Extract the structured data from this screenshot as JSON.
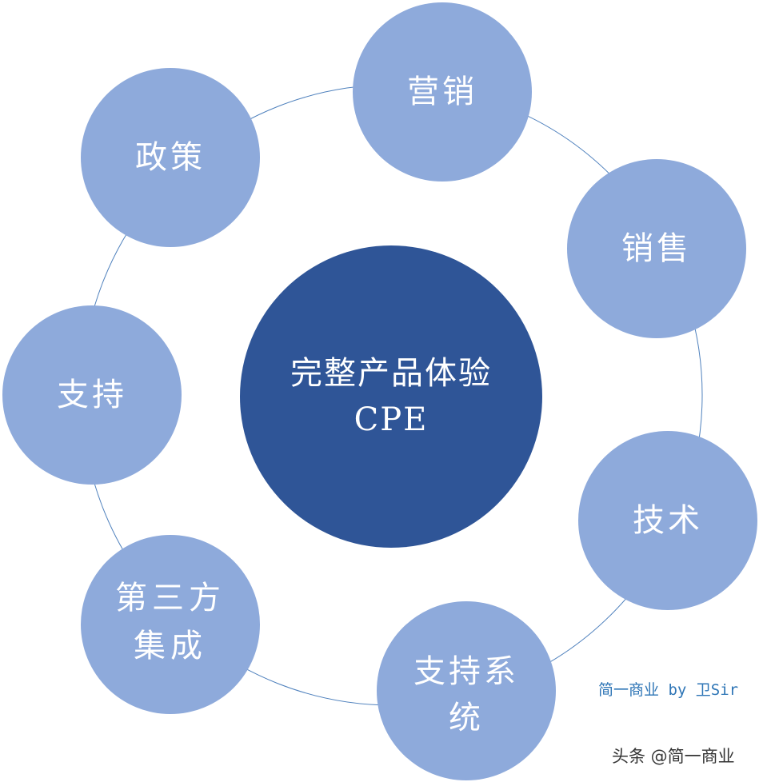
{
  "center": {
    "line1": "完整产品体验",
    "line2": "CPE"
  },
  "nodes": {
    "marketing": "营销",
    "policy": "政策",
    "sales": "销售",
    "support": "支持",
    "tech": "技术",
    "third_party": {
      "line1": "第三方",
      "line2": "集成"
    },
    "support_system": {
      "line1": "支持系",
      "line2": "统"
    }
  },
  "credit": "简一商业 by 卫Sir",
  "watermark": "头条 @简一商业",
  "colors": {
    "center_fill": "#2f5597",
    "node_fill": "#8eaadb",
    "ring_stroke": "#4f81bd",
    "credit_text": "#2e75b6"
  }
}
